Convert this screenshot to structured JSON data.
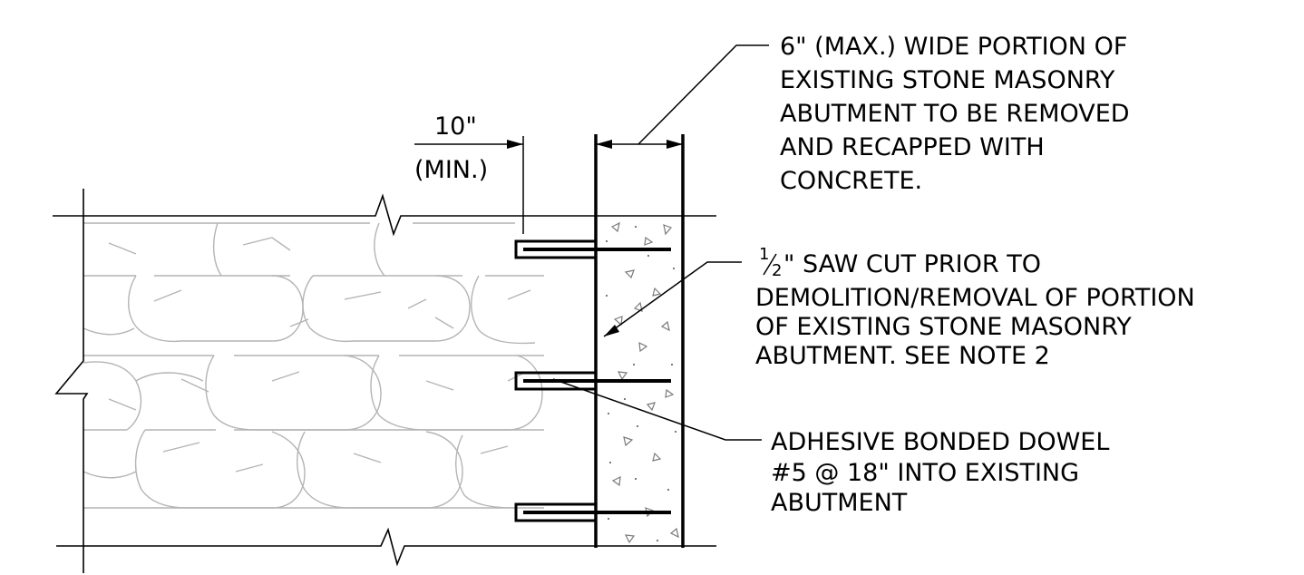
{
  "dimension": {
    "value": "10\"",
    "qualifier": "(MIN.)"
  },
  "notes": {
    "removal": [
      "6\" (MAX.) WIDE PORTION  OF",
      "EXISTING  STONE MASONRY",
      "ABUTMENT TO  BE  REMOVED",
      "AND  RECAPPED  WITH",
      "CONCRETE."
    ],
    "saw_cut": {
      "frac_num": "1",
      "frac_den": "2",
      "first_line_rest": "\" SAW  CUT PRIOR  TO",
      "lines": [
        "DEMOLITION/REMOVAL OF PORTION",
        "OF EXISTING  STONE MASONRY",
        "ABUTMENT. SEE  NOTE  2"
      ]
    },
    "dowel": [
      "ADHESIVE  BONDED  DOWEL",
      "#5 @  18\" INTO  EXISTING",
      "ABUTMENT"
    ]
  }
}
